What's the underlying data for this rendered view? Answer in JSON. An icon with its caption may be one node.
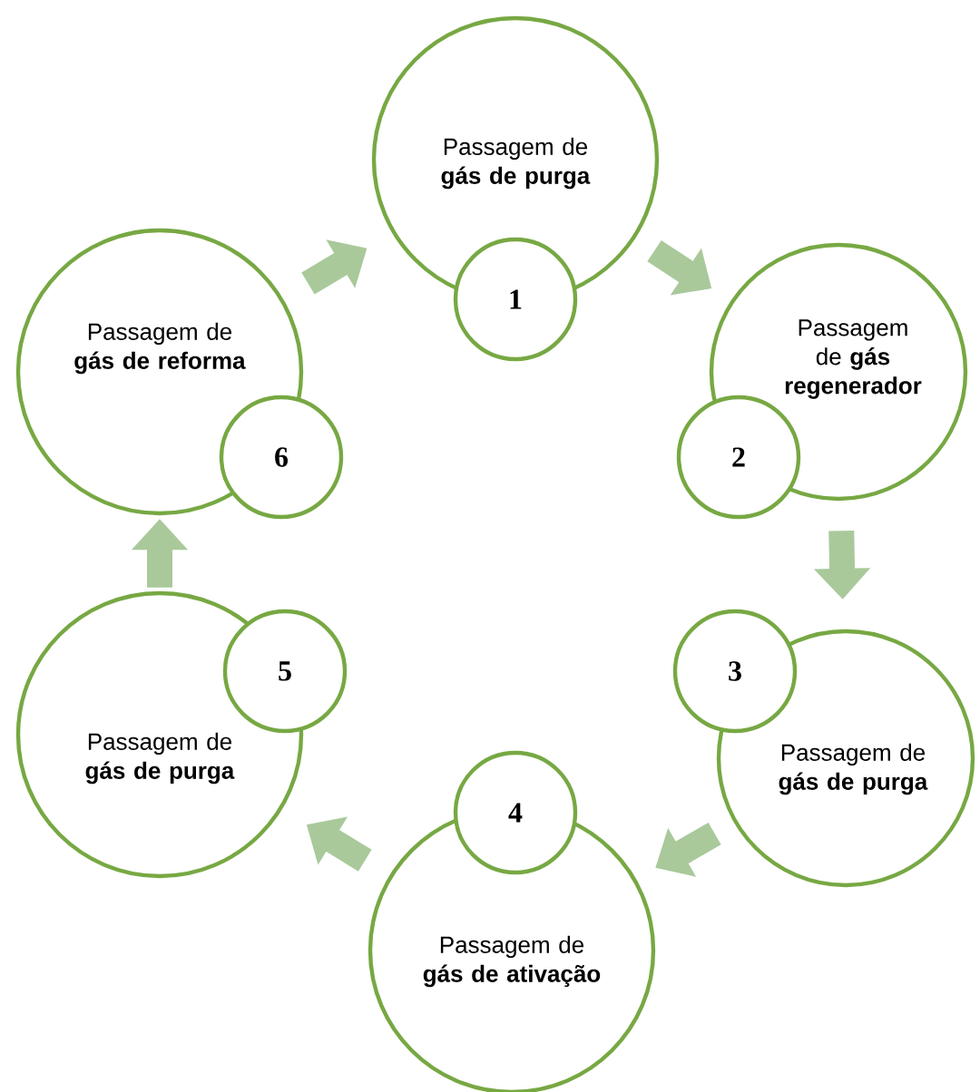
{
  "diagram": {
    "nodes": [
      {
        "text": [
          "Passagem de **gás de purga**"
        ]
      },
      {
        "text": [
          "1"
        ]
      },
      {
        "text": [
          "Passagem de **gás regenerador**"
        ]
      },
      {
        "text": [
          "2"
        ]
      },
      {
        "text": [
          "Passagem de **gás de purga**"
        ]
      },
      {
        "text": [
          "3"
        ]
      },
      {
        "text": [
          "Passagem de **gás de ativação**"
        ]
      },
      {
        "text": [
          "4"
        ]
      },
      {
        "text": [
          "Passagem de **gás de purga**"
        ]
      },
      {
        "text": [
          "5"
        ]
      },
      {
        "text": [
          "Passagem de **gás de reforma**"
        ]
      },
      {
        "text": [
          "6"
        ]
      }
    ],
    "edges": [
      {
        "from": 0,
        "to": 2,
        "arrow": "to"
      },
      {
        "from": 2,
        "to": 4,
        "arrow": "to"
      },
      {
        "from": 4,
        "to": 6,
        "arrow": "to"
      },
      {
        "from": 6,
        "to": 8,
        "arrow": "to"
      },
      {
        "from": 8,
        "to": 10,
        "arrow": "to"
      },
      {
        "from": 10,
        "to": 0,
        "arrow": "to"
      }
    ]
  }
}
